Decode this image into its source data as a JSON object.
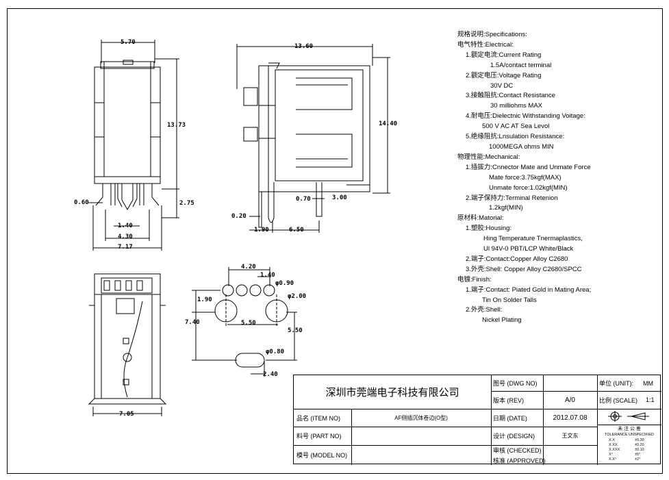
{
  "dimensions": {
    "w570": "5.70",
    "w1360": "13.60",
    "h1373": "13.73",
    "h1440": "14.40",
    "d060": "0.60",
    "d275": "2.75",
    "d140a": "1.40",
    "d430": "4.30",
    "d717": "7.17",
    "d070": "0.70",
    "d300": "3.00",
    "d020": "0.20",
    "d190": "1.90",
    "d650": "6.50",
    "d420": "4.20",
    "d140b": "1.40",
    "phi090": "φ0.90",
    "phi200": "φ2.00",
    "d190b": "1.90",
    "d740": "7.40",
    "d550": "5.50",
    "d550b": "5.50",
    "phi080": "φ0.80",
    "d240": "2.40",
    "d705": "7.05"
  },
  "specs": [
    "规格说明:Specifications:",
    "电气特性:Electrical:",
    "1.额定电流:Current Rating",
    "1.5A/contact terminal",
    "2.额定电压:Voltage Rating",
    "30V DC",
    "3.接触阻抗:Contact Resistance",
    "30 milliohms MAX",
    "4.耐电压:Dielectnic Withstanding Voitage:",
    "500 V AC AT Sea Levol",
    "5.绝缘阻抗:Lnsulation Resistance:",
    "1000MEGA ohms MIN",
    "物理性能:Mechanical:",
    "1.插拔力:Cnnector Mate and Unmate Force",
    "Mate force:3.75kgf(MAX)",
    "Unmate force:1.02kgf(MIN)",
    "2.端子保持力:Terminal Retenion",
    "1.2kgf(MIN)",
    "原材料:Matorial:",
    "1.塑胶:Housing:",
    "Hing Temperature  Tnermaplastics,",
    "Ul 94V-0  PBT/LCP White/Black",
    "2.端子:Contact:Copper Alloy C2680",
    "3.外壳:Shell: Copper Alloy C2680/SPCC",
    "电镀:Finish:",
    "1.端子:Contact:  Piated Gold in Mating Area;",
    "Tin On Solder Talls",
    "2.外壳:Shell:",
    "Nickel Plating"
  ],
  "titleblock": {
    "company": "深圳市莞端电子科技有限公司",
    "item_no_label": "品名  (ITEM NO)",
    "item_no_value": "AF侧插沉体卷边(O型)",
    "part_no_label": "料号  (PART NO)",
    "model_no_label": "模号  (MODEL NO)",
    "dwg_no_label": "图号  (DWG NO)",
    "rev_label": "版本  (REV)",
    "rev_value": "A/0",
    "date_label": "日期  (DATE)",
    "date_value": "2012.07.08",
    "design_label": "设计  (DESIGN)",
    "design_value": "王文东",
    "checked_label": "审核  (CHECKED)",
    "approved_label": "核准  (APPROVED)",
    "unit_label": "单位  (UNIT):",
    "unit_value": "MM",
    "scale_label": "比例  (SCALE)",
    "scale_value": "1:1",
    "tol_title": "未 注 公 差",
    "tol_subtitle": "TOLERANCE UNSPECIFIED",
    "tol_rows": [
      {
        "k": "X.X",
        "v": "±0.30"
      },
      {
        "k": "X.XX",
        "v": "±0.20"
      },
      {
        "k": "X.XXX",
        "v": "±0.10"
      },
      {
        "k": "X°",
        "v": "±5°"
      },
      {
        "k": "X.X°",
        "v": "±2°"
      }
    ]
  }
}
